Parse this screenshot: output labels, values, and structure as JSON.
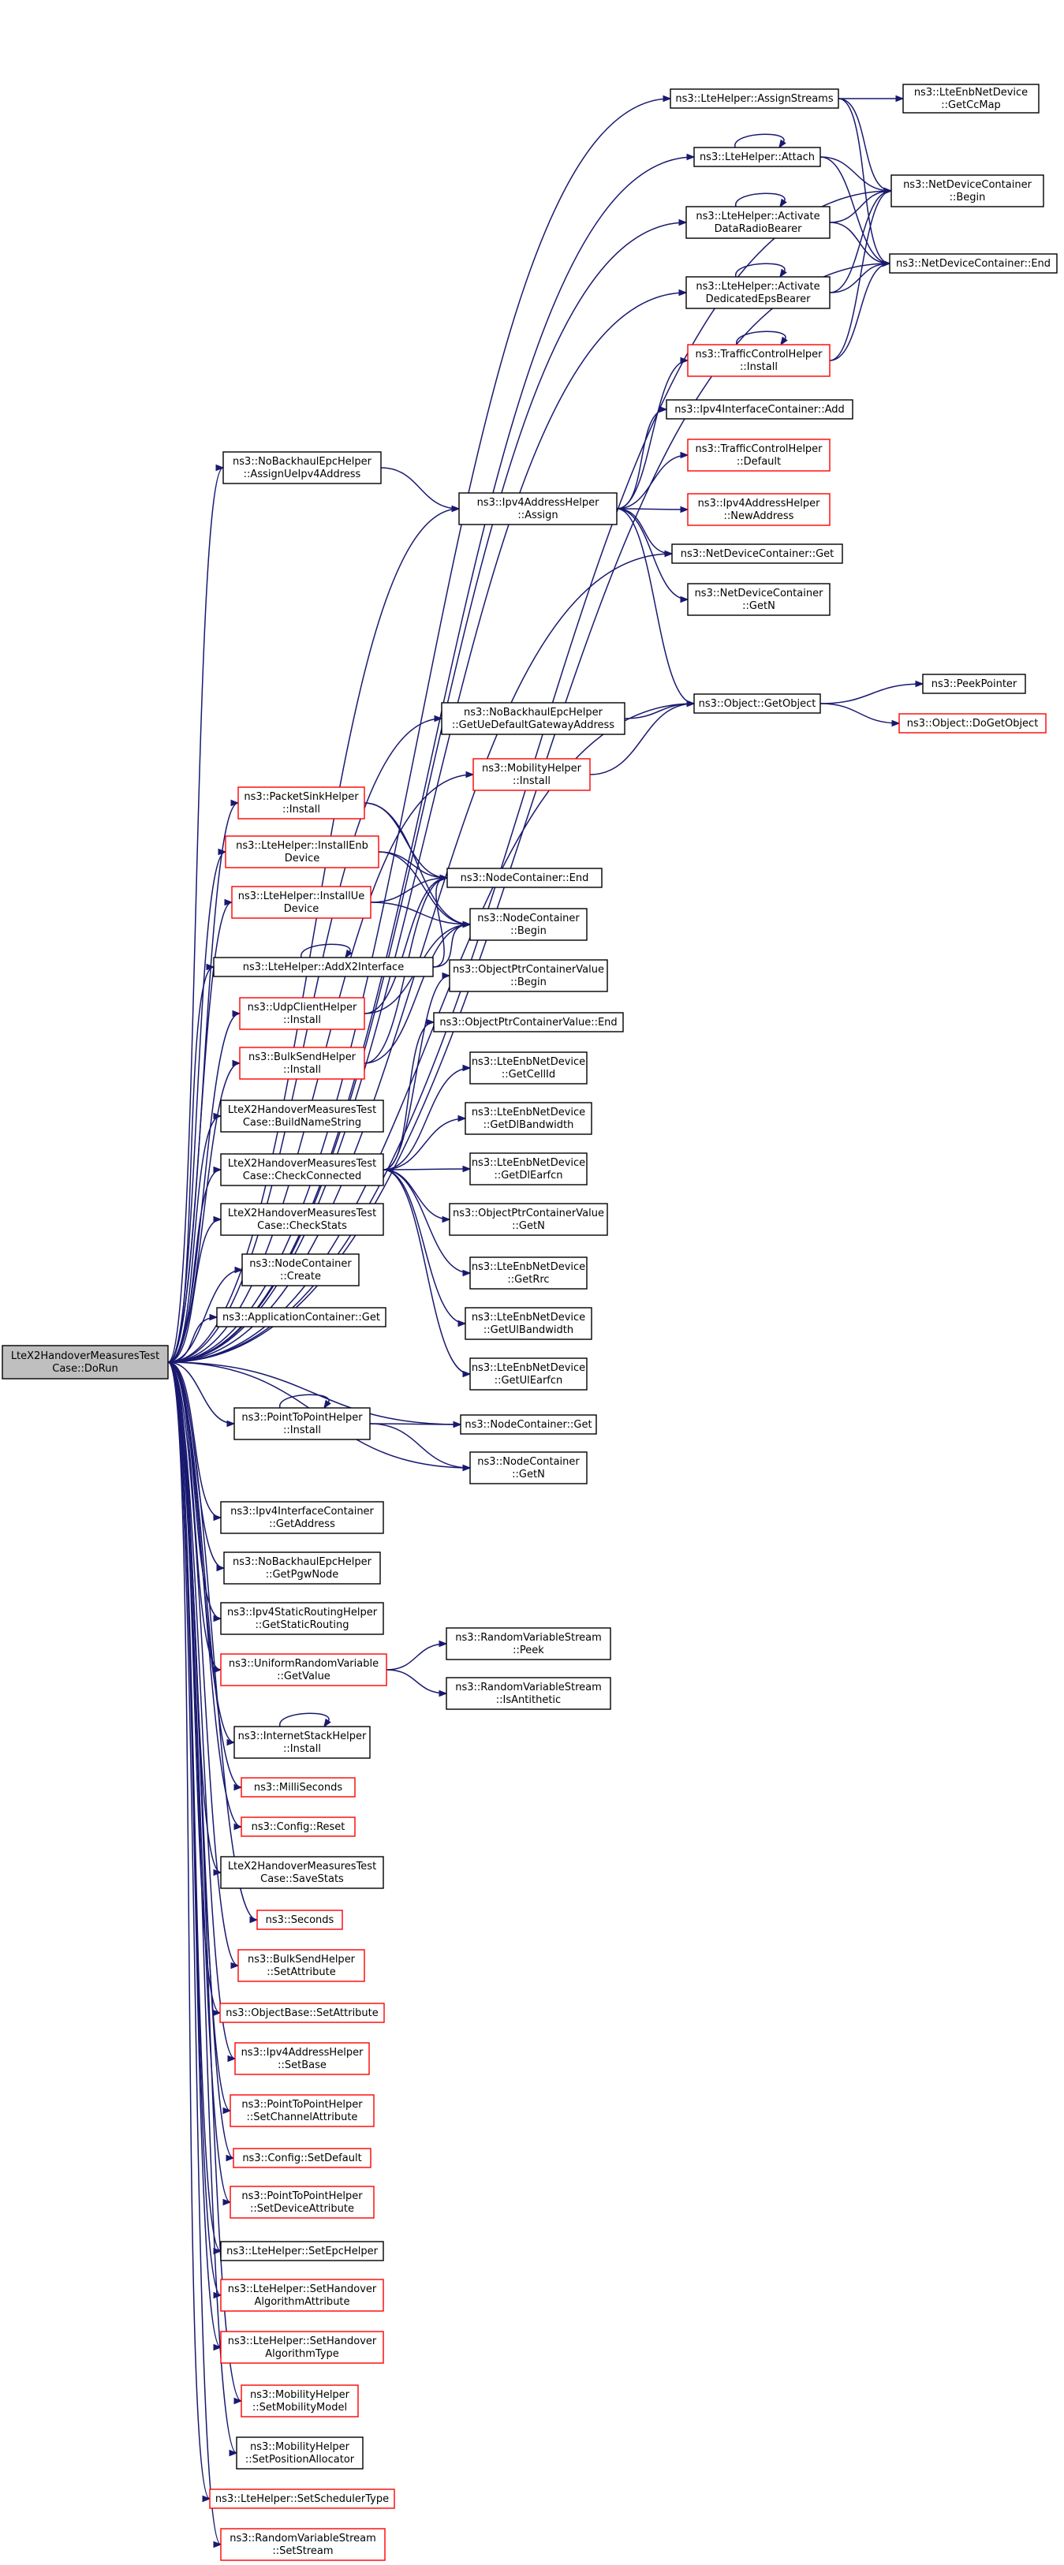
{
  "colors": {
    "edge": "#191970",
    "box_normal": "#000000",
    "box_red": "#ff0000",
    "root_fill": "#bfbfbf"
  },
  "nodes": [
    {
      "id": "root",
      "lines": [
        "LteX2HandoverMeasuresTest",
        "Case::DoRun"
      ],
      "style": "root"
    },
    {
      "id": "assignStreams",
      "lines": [
        "ns3::LteHelper::AssignStreams"
      ],
      "style": "normal"
    },
    {
      "id": "getCcMap",
      "lines": [
        "ns3::LteEnbNetDevice",
        "::GetCcMap"
      ],
      "style": "normal"
    },
    {
      "id": "attach",
      "lines": [
        "ns3::LteHelper::Attach"
      ],
      "style": "normal"
    },
    {
      "id": "ndcBegin",
      "lines": [
        "ns3::NetDeviceContainer",
        "::Begin"
      ],
      "style": "normal"
    },
    {
      "id": "actDrb",
      "lines": [
        "ns3::LteHelper::Activate",
        "DataRadioBearer"
      ],
      "style": "normal"
    },
    {
      "id": "ndcEnd",
      "lines": [
        "ns3::NetDeviceContainer::End"
      ],
      "style": "normal"
    },
    {
      "id": "actEps",
      "lines": [
        "ns3::LteHelper::Activate",
        "DedicatedEpsBearer"
      ],
      "style": "normal"
    },
    {
      "id": "tchInstall",
      "lines": [
        "ns3::TrafficControlHelper",
        "::Install"
      ],
      "style": "red"
    },
    {
      "id": "ipv4IcAdd",
      "lines": [
        "ns3::Ipv4InterfaceContainer::Add"
      ],
      "style": "normal"
    },
    {
      "id": "tchDefault",
      "lines": [
        "ns3::TrafficControlHelper",
        "::Default"
      ],
      "style": "red"
    },
    {
      "id": "assignUe",
      "lines": [
        "ns3::NoBackhaulEpcHelper",
        "::AssignUeIpv4Address"
      ],
      "style": "normal"
    },
    {
      "id": "ipv4Assign",
      "lines": [
        "ns3::Ipv4AddressHelper",
        "::Assign"
      ],
      "style": "normal"
    },
    {
      "id": "newAddress",
      "lines": [
        "ns3::Ipv4AddressHelper",
        "::NewAddress"
      ],
      "style": "red"
    },
    {
      "id": "ndcGet",
      "lines": [
        "ns3::NetDeviceContainer::Get"
      ],
      "style": "normal"
    },
    {
      "id": "ndcGetN",
      "lines": [
        "ns3::NetDeviceContainer",
        "::GetN"
      ],
      "style": "normal"
    },
    {
      "id": "peekPointer",
      "lines": [
        "ns3::PeekPointer"
      ],
      "style": "normal"
    },
    {
      "id": "getGw",
      "lines": [
        "ns3::NoBackhaulEpcHelper",
        "::GetUeDefaultGatewayAddress"
      ],
      "style": "normal"
    },
    {
      "id": "getObject",
      "lines": [
        "ns3::Object::GetObject"
      ],
      "style": "normal"
    },
    {
      "id": "doGetObject",
      "lines": [
        "ns3::Object::DoGetObject"
      ],
      "style": "red"
    },
    {
      "id": "mobInstall",
      "lines": [
        "ns3::MobilityHelper",
        "::Install"
      ],
      "style": "red"
    },
    {
      "id": "packetSink",
      "lines": [
        "ns3::PacketSinkHelper",
        "::Install"
      ],
      "style": "red"
    },
    {
      "id": "installEnb",
      "lines": [
        "ns3::LteHelper::InstallEnb",
        "Device"
      ],
      "style": "red"
    },
    {
      "id": "ncEnd",
      "lines": [
        "ns3::NodeContainer::End"
      ],
      "style": "normal"
    },
    {
      "id": "installUe",
      "lines": [
        "ns3::LteHelper::InstallUe",
        "Device"
      ],
      "style": "red"
    },
    {
      "id": "ncBegin",
      "lines": [
        "ns3::NodeContainer",
        "::Begin"
      ],
      "style": "normal"
    },
    {
      "id": "addX2",
      "lines": [
        "ns3::LteHelper::AddX2Interface"
      ],
      "style": "normal"
    },
    {
      "id": "opcBegin",
      "lines": [
        "ns3::ObjectPtrContainerValue",
        "::Begin"
      ],
      "style": "normal"
    },
    {
      "id": "udpClient",
      "lines": [
        "ns3::UdpClientHelper",
        "::Install"
      ],
      "style": "red"
    },
    {
      "id": "opcEnd",
      "lines": [
        "ns3::ObjectPtrContainerValue::End"
      ],
      "style": "normal"
    },
    {
      "id": "bulkInstall",
      "lines": [
        "ns3::BulkSendHelper",
        "::Install"
      ],
      "style": "red"
    },
    {
      "id": "getCellId",
      "lines": [
        "ns3::LteEnbNetDevice",
        "::GetCellId"
      ],
      "style": "normal"
    },
    {
      "id": "buildName",
      "lines": [
        "LteX2HandoverMeasuresTest",
        "Case::BuildNameString"
      ],
      "style": "normal"
    },
    {
      "id": "getDlBw",
      "lines": [
        "ns3::LteEnbNetDevice",
        "::GetDlBandwidth"
      ],
      "style": "normal"
    },
    {
      "id": "checkConn",
      "lines": [
        "LteX2HandoverMeasuresTest",
        "Case::CheckConnected"
      ],
      "style": "normal"
    },
    {
      "id": "getDlEarfcn",
      "lines": [
        "ns3::LteEnbNetDevice",
        "::GetDlEarfcn"
      ],
      "style": "normal"
    },
    {
      "id": "checkStats",
      "lines": [
        "LteX2HandoverMeasuresTest",
        "Case::CheckStats"
      ],
      "style": "normal"
    },
    {
      "id": "opcGetN",
      "lines": [
        "ns3::ObjectPtrContainerValue",
        "::GetN"
      ],
      "style": "normal"
    },
    {
      "id": "ncCreate",
      "lines": [
        "ns3::NodeContainer",
        "::Create"
      ],
      "style": "normal"
    },
    {
      "id": "getRrc",
      "lines": [
        "ns3::LteEnbNetDevice",
        "::GetRrc"
      ],
      "style": "normal"
    },
    {
      "id": "appGet",
      "lines": [
        "ns3::ApplicationContainer::Get"
      ],
      "style": "normal"
    },
    {
      "id": "getUlBw",
      "lines": [
        "ns3::LteEnbNetDevice",
        "::GetUlBandwidth"
      ],
      "style": "normal"
    },
    {
      "id": "getUlEarfcn",
      "lines": [
        "ns3::LteEnbNetDevice",
        "::GetUlEarfcn"
      ],
      "style": "normal"
    },
    {
      "id": "p2pInstall",
      "lines": [
        "ns3::PointToPointHelper",
        "::Install"
      ],
      "style": "normal"
    },
    {
      "id": "ncGet",
      "lines": [
        "ns3::NodeContainer::Get"
      ],
      "style": "normal"
    },
    {
      "id": "ncGetN",
      "lines": [
        "ns3::NodeContainer",
        "::GetN"
      ],
      "style": "normal"
    },
    {
      "id": "ipv4IcGetAddr",
      "lines": [
        "ns3::Ipv4InterfaceContainer",
        "::GetAddress"
      ],
      "style": "normal"
    },
    {
      "id": "getPgw",
      "lines": [
        "ns3::NoBackhaulEpcHelper",
        "::GetPgwNode"
      ],
      "style": "normal"
    },
    {
      "id": "getStaticRouting",
      "lines": [
        "ns3::Ipv4StaticRoutingHelper",
        "::GetStaticRouting"
      ],
      "style": "normal"
    },
    {
      "id": "rvsPeek",
      "lines": [
        "ns3::RandomVariableStream",
        "::Peek"
      ],
      "style": "normal"
    },
    {
      "id": "uniformGetValue",
      "lines": [
        "ns3::UniformRandomVariable",
        "::GetValue"
      ],
      "style": "red"
    },
    {
      "id": "rvsAnti",
      "lines": [
        "ns3::RandomVariableStream",
        "::IsAntithetic"
      ],
      "style": "normal"
    },
    {
      "id": "ishInstall",
      "lines": [
        "ns3::InternetStackHelper",
        "::Install"
      ],
      "style": "normal"
    },
    {
      "id": "milliSeconds",
      "lines": [
        "ns3::MilliSeconds"
      ],
      "style": "red"
    },
    {
      "id": "configReset",
      "lines": [
        "ns3::Config::Reset"
      ],
      "style": "red"
    },
    {
      "id": "saveStats",
      "lines": [
        "LteX2HandoverMeasuresTest",
        "Case::SaveStats"
      ],
      "style": "normal"
    },
    {
      "id": "seconds",
      "lines": [
        "ns3::Seconds"
      ],
      "style": "red"
    },
    {
      "id": "bulkSetAttr",
      "lines": [
        "ns3::BulkSendHelper",
        "::SetAttribute"
      ],
      "style": "red"
    },
    {
      "id": "objBaseSetAttr",
      "lines": [
        "ns3::ObjectBase::SetAttribute"
      ],
      "style": "red"
    },
    {
      "id": "ipv4SetBase",
      "lines": [
        "ns3::Ipv4AddressHelper",
        "::SetBase"
      ],
      "style": "red"
    },
    {
      "id": "p2pSetChan",
      "lines": [
        "ns3::PointToPointHelper",
        "::SetChannelAttribute"
      ],
      "style": "red"
    },
    {
      "id": "configSetDefault",
      "lines": [
        "ns3::Config::SetDefault"
      ],
      "style": "red"
    },
    {
      "id": "p2pSetDev",
      "lines": [
        "ns3::PointToPointHelper",
        "::SetDeviceAttribute"
      ],
      "style": "red"
    },
    {
      "id": "setEpc",
      "lines": [
        "ns3::LteHelper::SetEpcHelper"
      ],
      "style": "normal"
    },
    {
      "id": "setHoAlgoAttr",
      "lines": [
        "ns3::LteHelper::SetHandover",
        "AlgorithmAttribute"
      ],
      "style": "red"
    },
    {
      "id": "setHoAlgoType",
      "lines": [
        "ns3::LteHelper::SetHandover",
        "AlgorithmType"
      ],
      "style": "red"
    },
    {
      "id": "setMobModel",
      "lines": [
        "ns3::MobilityHelper",
        "::SetMobilityModel"
      ],
      "style": "red"
    },
    {
      "id": "setPosAlloc",
      "lines": [
        "ns3::MobilityHelper",
        "::SetPositionAllocator"
      ],
      "style": "normal"
    },
    {
      "id": "setSched",
      "lines": [
        "ns3::LteHelper::SetSchedulerType"
      ],
      "style": "red"
    },
    {
      "id": "rvsSetStream",
      "lines": [
        "ns3::RandomVariableStream",
        "::SetStream"
      ],
      "style": "red"
    }
  ],
  "edges": [
    [
      "root",
      "assignStreams"
    ],
    [
      "root",
      "ndcBegin"
    ],
    [
      "root",
      "attach"
    ],
    [
      "root",
      "actDrb"
    ],
    [
      "root",
      "actEps"
    ],
    [
      "root",
      "assignUe"
    ],
    [
      "root",
      "ipv4Assign"
    ],
    [
      "root",
      "ndcEnd"
    ],
    [
      "root",
      "ndcGet"
    ],
    [
      "root",
      "getObject"
    ],
    [
      "root",
      "getGw"
    ],
    [
      "root",
      "mobInstall"
    ],
    [
      "root",
      "packetSink"
    ],
    [
      "root",
      "installEnb"
    ],
    [
      "root",
      "installUe"
    ],
    [
      "root",
      "addX2"
    ],
    [
      "root",
      "udpClient"
    ],
    [
      "root",
      "bulkInstall"
    ],
    [
      "root",
      "buildName"
    ],
    [
      "root",
      "checkConn"
    ],
    [
      "root",
      "checkStats"
    ],
    [
      "root",
      "ncCreate"
    ],
    [
      "root",
      "appGet"
    ],
    [
      "root",
      "ncGet"
    ],
    [
      "root",
      "p2pInstall"
    ],
    [
      "root",
      "ncGetN"
    ],
    [
      "root",
      "ipv4IcGetAddr"
    ],
    [
      "root",
      "getPgw"
    ],
    [
      "root",
      "getStaticRouting"
    ],
    [
      "root",
      "uniformGetValue"
    ],
    [
      "root",
      "ishInstall"
    ],
    [
      "root",
      "milliSeconds"
    ],
    [
      "root",
      "configReset"
    ],
    [
      "root",
      "saveStats"
    ],
    [
      "root",
      "seconds"
    ],
    [
      "root",
      "bulkSetAttr"
    ],
    [
      "root",
      "objBaseSetAttr"
    ],
    [
      "root",
      "ipv4SetBase"
    ],
    [
      "root",
      "p2pSetChan"
    ],
    [
      "root",
      "configSetDefault"
    ],
    [
      "root",
      "p2pSetDev"
    ],
    [
      "root",
      "setEpc"
    ],
    [
      "root",
      "setHoAlgoAttr"
    ],
    [
      "root",
      "setHoAlgoType"
    ],
    [
      "root",
      "setMobModel"
    ],
    [
      "root",
      "setPosAlloc"
    ],
    [
      "root",
      "setSched"
    ],
    [
      "root",
      "rvsSetStream"
    ],
    [
      "assignStreams",
      "getCcMap"
    ],
    [
      "assignStreams",
      "ndcBegin"
    ],
    [
      "assignStreams",
      "ndcEnd"
    ],
    [
      "attach",
      "attach"
    ],
    [
      "attach",
      "ndcBegin"
    ],
    [
      "attach",
      "ndcEnd"
    ],
    [
      "actDrb",
      "actDrb"
    ],
    [
      "actDrb",
      "ndcBegin"
    ],
    [
      "actDrb",
      "ndcEnd"
    ],
    [
      "actEps",
      "actEps"
    ],
    [
      "actEps",
      "ndcBegin"
    ],
    [
      "actEps",
      "ndcEnd"
    ],
    [
      "tchInstall",
      "tchInstall"
    ],
    [
      "tchInstall",
      "ndcBegin"
    ],
    [
      "tchInstall",
      "ndcEnd"
    ],
    [
      "assignUe",
      "ipv4Assign"
    ],
    [
      "ipv4Assign",
      "tchInstall"
    ],
    [
      "ipv4Assign",
      "ipv4IcAdd"
    ],
    [
      "ipv4Assign",
      "tchDefault"
    ],
    [
      "ipv4Assign",
      "newAddress"
    ],
    [
      "ipv4Assign",
      "ndcGet"
    ],
    [
      "ipv4Assign",
      "ndcGetN"
    ],
    [
      "ipv4Assign",
      "getObject"
    ],
    [
      "getGw",
      "getObject"
    ],
    [
      "getObject",
      "peekPointer"
    ],
    [
      "getObject",
      "doGetObject"
    ],
    [
      "mobInstall",
      "getObject"
    ],
    [
      "packetSink",
      "ncEnd"
    ],
    [
      "packetSink",
      "ncBegin"
    ],
    [
      "installEnb",
      "ncEnd"
    ],
    [
      "installEnb",
      "ncBegin"
    ],
    [
      "installUe",
      "ncEnd"
    ],
    [
      "installUe",
      "ncBegin"
    ],
    [
      "addX2",
      "addX2"
    ],
    [
      "addX2",
      "ncEnd"
    ],
    [
      "addX2",
      "ncBegin"
    ],
    [
      "udpClient",
      "ncEnd"
    ],
    [
      "udpClient",
      "ncBegin"
    ],
    [
      "bulkInstall",
      "ncEnd"
    ],
    [
      "bulkInstall",
      "ncBegin"
    ],
    [
      "checkConn",
      "opcBegin"
    ],
    [
      "checkConn",
      "opcEnd"
    ],
    [
      "checkConn",
      "getCellId"
    ],
    [
      "checkConn",
      "getDlBw"
    ],
    [
      "checkConn",
      "getDlEarfcn"
    ],
    [
      "checkConn",
      "opcGetN"
    ],
    [
      "checkConn",
      "getRrc"
    ],
    [
      "checkConn",
      "getUlBw"
    ],
    [
      "checkConn",
      "getUlEarfcn"
    ],
    [
      "p2pInstall",
      "p2pInstall"
    ],
    [
      "p2pInstall",
      "ncGet"
    ],
    [
      "p2pInstall",
      "ncGetN"
    ],
    [
      "uniformGetValue",
      "rvsPeek"
    ],
    [
      "uniformGetValue",
      "rvsAnti"
    ],
    [
      "ishInstall",
      "ishInstall"
    ]
  ]
}
